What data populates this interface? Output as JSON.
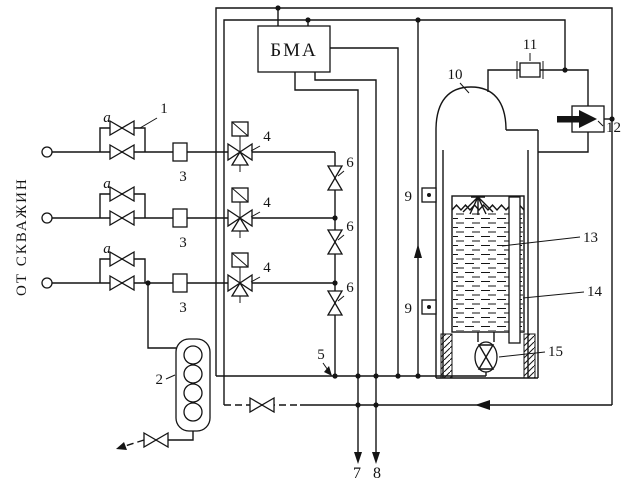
{
  "colors": {
    "ink": "#141414",
    "paper": "#ffffff"
  },
  "diagram": {
    "control_block_label": "БМА",
    "source_label": "ОТ СКВАЖИН",
    "callouts": {
      "a": "а",
      "n1": "1",
      "n2": "2",
      "n3": "3",
      "n4": "4",
      "n5": "5",
      "n6": "6",
      "n7": "7",
      "n8": "8",
      "n9": "9",
      "n10": "10",
      "n11": "11",
      "n12": "12",
      "n13": "13",
      "n14": "14",
      "n15": "15"
    }
  }
}
